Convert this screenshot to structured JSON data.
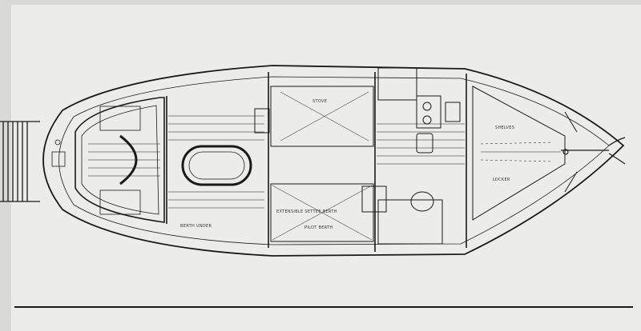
{
  "drawing": {
    "paper_color": "#ececea",
    "ink_color": "#1a1a1a",
    "background_color": "#d9d9d6"
  },
  "labels": {
    "berth_lower_left": "BERTH UNDER",
    "settee_upper": "EXTENSIBLE SETTEE BERTH",
    "settee_lower": "PILOT BERTH",
    "fwd_upper": "SHELVES",
    "fwd_lower": "LOCKER",
    "galley_note": "STOVE"
  }
}
